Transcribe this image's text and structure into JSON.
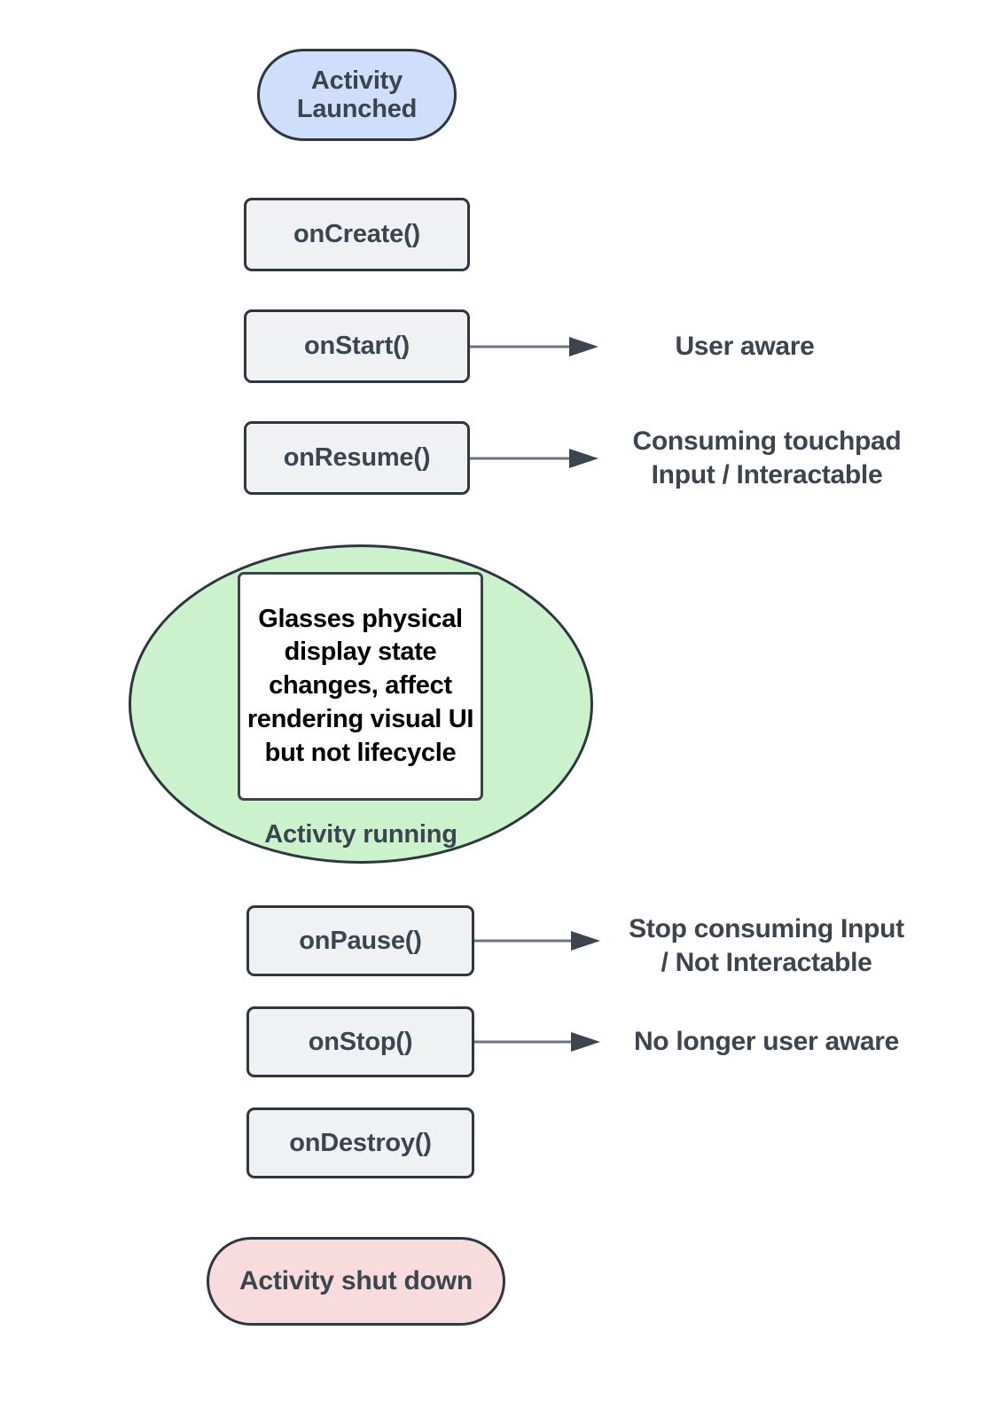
{
  "diagram": {
    "title": "Android Activity lifecycle with glasses display notes",
    "colors": {
      "start_fill": "#cfdffb",
      "end_fill": "#f8dcdd",
      "running_fill": "#cbf2cd",
      "box_fill": "#eff1f3",
      "stroke": "#2f3640",
      "text": "#3c444e",
      "note_text": "#000000",
      "arrow_line": "#6b7280",
      "background": "#ffffff"
    },
    "nodes": {
      "start": {
        "label": "Activity\nLaunched",
        "shape": "pill"
      },
      "on_create": {
        "label": "onCreate()",
        "shape": "rect"
      },
      "on_start": {
        "label": "onStart()",
        "shape": "rect"
      },
      "on_resume": {
        "label": "onResume()",
        "shape": "rect"
      },
      "running": {
        "label": "Activity running",
        "shape": "ellipse"
      },
      "running_note": {
        "label": "Glasses physical display state changes, affect rendering visual UI but not lifecycle",
        "shape": "rect"
      },
      "on_pause": {
        "label": "onPause()",
        "shape": "rect"
      },
      "on_stop": {
        "label": "onStop()",
        "shape": "rect"
      },
      "on_destroy": {
        "label": "onDestroy()",
        "shape": "rect"
      },
      "end": {
        "label": "Activity shut down",
        "shape": "pill"
      }
    },
    "annotations": {
      "on_start_note": "User aware",
      "on_resume_note": "Consuming touchpad\nInput / Interactable",
      "on_pause_note": "Stop consuming Input\n/ Not Interactable",
      "on_stop_note": "No longer user aware"
    }
  }
}
